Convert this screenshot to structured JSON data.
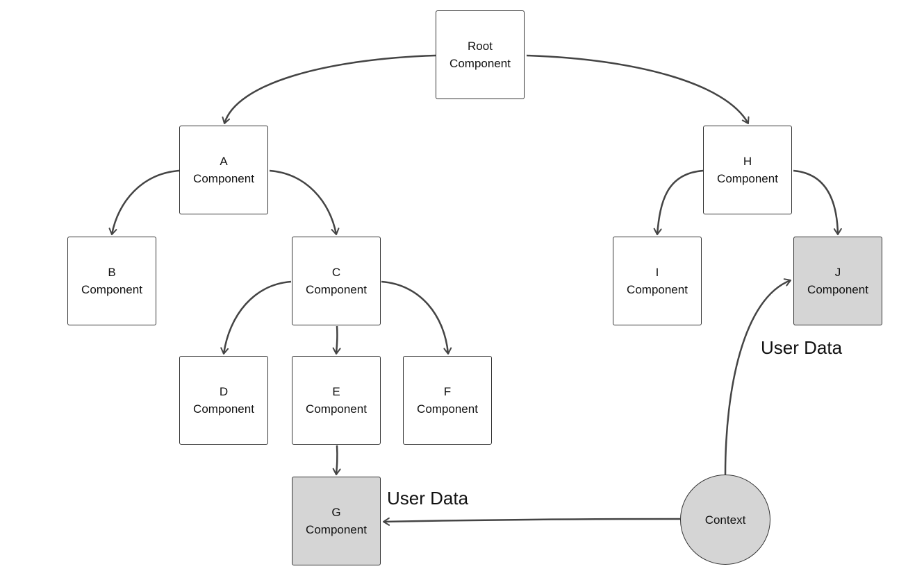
{
  "nodes": {
    "root": {
      "line1": "Root",
      "line2": "Component"
    },
    "a": {
      "line1": "A",
      "line2": "Component"
    },
    "b": {
      "line1": "B",
      "line2": "Component"
    },
    "c": {
      "line1": "C",
      "line2": "Component"
    },
    "d": {
      "line1": "D",
      "line2": "Component"
    },
    "e": {
      "line1": "E",
      "line2": "Component"
    },
    "f": {
      "line1": "F",
      "line2": "Component"
    },
    "g": {
      "line1": "G",
      "line2": "Component"
    },
    "h": {
      "line1": "H",
      "line2": "Component"
    },
    "i": {
      "line1": "I",
      "line2": "Component"
    },
    "j": {
      "line1": "J",
      "line2": "Component"
    },
    "context": {
      "label": "Context"
    }
  },
  "edge_labels": {
    "context_to_g": "User Data",
    "context_to_j": "User Data"
  },
  "colors": {
    "highlight_fill": "#d5d5d5",
    "stroke": "#444444"
  }
}
